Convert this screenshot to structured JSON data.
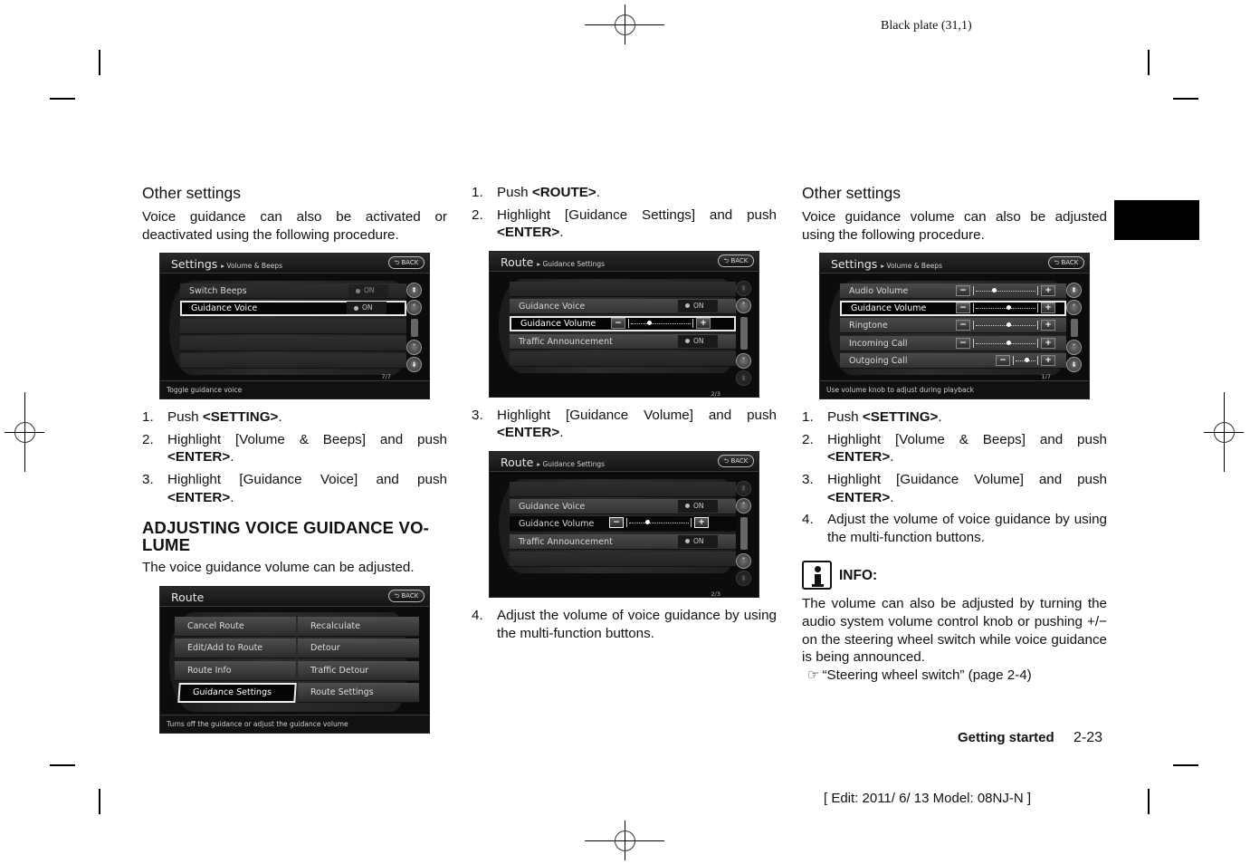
{
  "print": {
    "plate_label": "Black plate (31,1)",
    "edit_line": "[ Edit: 2011/ 6/ 13    Model:  08NJ-N ]"
  },
  "column1": {
    "heading": "Other settings",
    "intro": "Voice guidance can also be activated or deactivated using the following procedure.",
    "screen": {
      "title": "Settings",
      "subtitle": "Volume & Beeps",
      "back_label": "BACK",
      "rows": [
        {
          "label": "Switch Beeps",
          "value": "ON",
          "state": "normal"
        },
        {
          "label": "Guidance Voice",
          "value": "ON",
          "state": "selected"
        }
      ],
      "page_counter": "7/7",
      "status": "Toggle guidance voice"
    },
    "steps": [
      {
        "num": "1.",
        "pre": "Push ",
        "key": "<SETTING>",
        "post": "."
      },
      {
        "num": "2.",
        "pre": "Highlight [Volume & Beeps] and push ",
        "key": "<ENTER>",
        "post": "."
      },
      {
        "num": "3.",
        "pre": "Highlight [Guidance Voice] and push ",
        "key": "<ENTER>",
        "post": "."
      }
    ],
    "section_title": "ADJUSTING VOICE GUIDANCE VO- LUME",
    "section_intro": "The voice guidance volume can be adjusted.",
    "route_screen": {
      "title": "Route",
      "back_label": "BACK",
      "left_items": [
        "Cancel Route",
        "Edit/Add to Route",
        "Route Info",
        "Guidance Settings"
      ],
      "right_items": [
        "Recalculate",
        "Detour",
        "Traffic Detour",
        "Route Settings"
      ],
      "selected": "Guidance Settings",
      "status": "Turns off the guidance or adjust the guidance volume"
    }
  },
  "column2": {
    "steps_a": [
      {
        "num": "1.",
        "pre": "Push ",
        "key": "<ROUTE>",
        "post": "."
      },
      {
        "num": "2.",
        "pre": "Highlight [Guidance Settings] and push ",
        "key": "<ENTER>",
        "post": "."
      }
    ],
    "screen_a": {
      "title": "Route",
      "subtitle": "Guidance Settings",
      "back_label": "BACK",
      "rows": [
        {
          "label": "Guidance Voice",
          "value": "ON"
        },
        {
          "label": "Guidance Volume",
          "slider_pos": 0.28,
          "selected": true
        },
        {
          "label": "Traffic Announcement",
          "value": "ON"
        }
      ],
      "page_counter": "2/3"
    },
    "steps_b": [
      {
        "num": "3.",
        "pre": "Highlight [Guidance Volume] and push ",
        "key": "<ENTER>",
        "post": "."
      }
    ],
    "screen_b": {
      "title": "Route",
      "subtitle": "Guidance Settings",
      "back_label": "BACK",
      "rows": [
        {
          "label": "Guidance Voice",
          "value": "ON"
        },
        {
          "label": "Guidance Volume",
          "slider_pos": 0.28,
          "adjusting": true
        },
        {
          "label": "Traffic Announcement",
          "value": "ON"
        }
      ],
      "page_counter": "2/3"
    },
    "steps_c": [
      {
        "num": "4.",
        "text": "Adjust the volume of voice guidance by using the multi-function buttons."
      }
    ]
  },
  "column3": {
    "heading": "Other settings",
    "intro": "Voice guidance volume can also be adjusted using the following procedure.",
    "screen": {
      "title": "Settings",
      "subtitle": "Volume & Beeps",
      "back_label": "BACK",
      "rows": [
        {
          "label": "Audio Volume",
          "slider_pos": 0.3
        },
        {
          "label": "Guidance Volume",
          "slider_pos": 0.55,
          "selected": true
        },
        {
          "label": "Ringtone",
          "slider_pos": 0.55
        },
        {
          "label": "Incoming Call",
          "slider_pos": 0.55
        },
        {
          "label": "Outgoing Call",
          "slider_pos": 0.6,
          "short": true
        }
      ],
      "page_counter": "1/7",
      "status": "Use volume knob to adjust during playback"
    },
    "steps": [
      {
        "num": "1.",
        "pre": "Push ",
        "key": "<SETTING>",
        "post": "."
      },
      {
        "num": "2.",
        "pre": "Highlight [Volume & Beeps] and push ",
        "key": "<ENTER>",
        "post": "."
      },
      {
        "num": "3.",
        "pre": "Highlight [Guidance Volume] and push ",
        "key": "<ENTER>",
        "post": "."
      },
      {
        "num": "4.",
        "text": "Adjust the volume of voice guidance by using the multi-function buttons."
      }
    ],
    "info": {
      "label": "INFO:",
      "text": "The volume can also be adjusted by turning the audio system volume control knob or pushing +/− on the steering wheel switch while voice guidance is being announced.",
      "reference_icon": "pointing-hand-icon",
      "reference": "“Steering wheel switch” (page 2-4)"
    }
  },
  "footer": {
    "section": "Getting started",
    "page": "2-23"
  },
  "icons": {
    "back": "⮌",
    "scroll_top": "⇞",
    "scroll_up": "˄",
    "scroll_down": "˅",
    "scroll_bottom": "⇟",
    "minus": "−",
    "plus": "+",
    "ref": "☞"
  }
}
